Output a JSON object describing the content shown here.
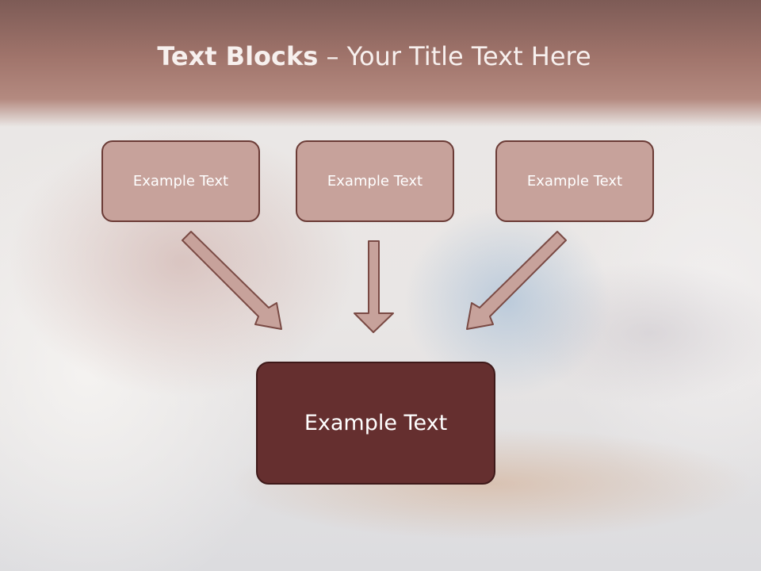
{
  "slide": {
    "title_bold": "Text Blocks",
    "title_dash": " – ",
    "title_rest": "Your Title Text Here"
  },
  "blocks": [
    {
      "label": "Example Text"
    },
    {
      "label": "Example Text"
    },
    {
      "label": "Example Text"
    }
  ],
  "main_block": {
    "label": "Example Text"
  },
  "colors": {
    "header": "#a0746b",
    "block_fill": "#c7a29b",
    "block_border": "#6b3b36",
    "main_fill": "#652f2f",
    "arrow_fill": "#c7a29b",
    "arrow_stroke": "#7a4a44"
  }
}
